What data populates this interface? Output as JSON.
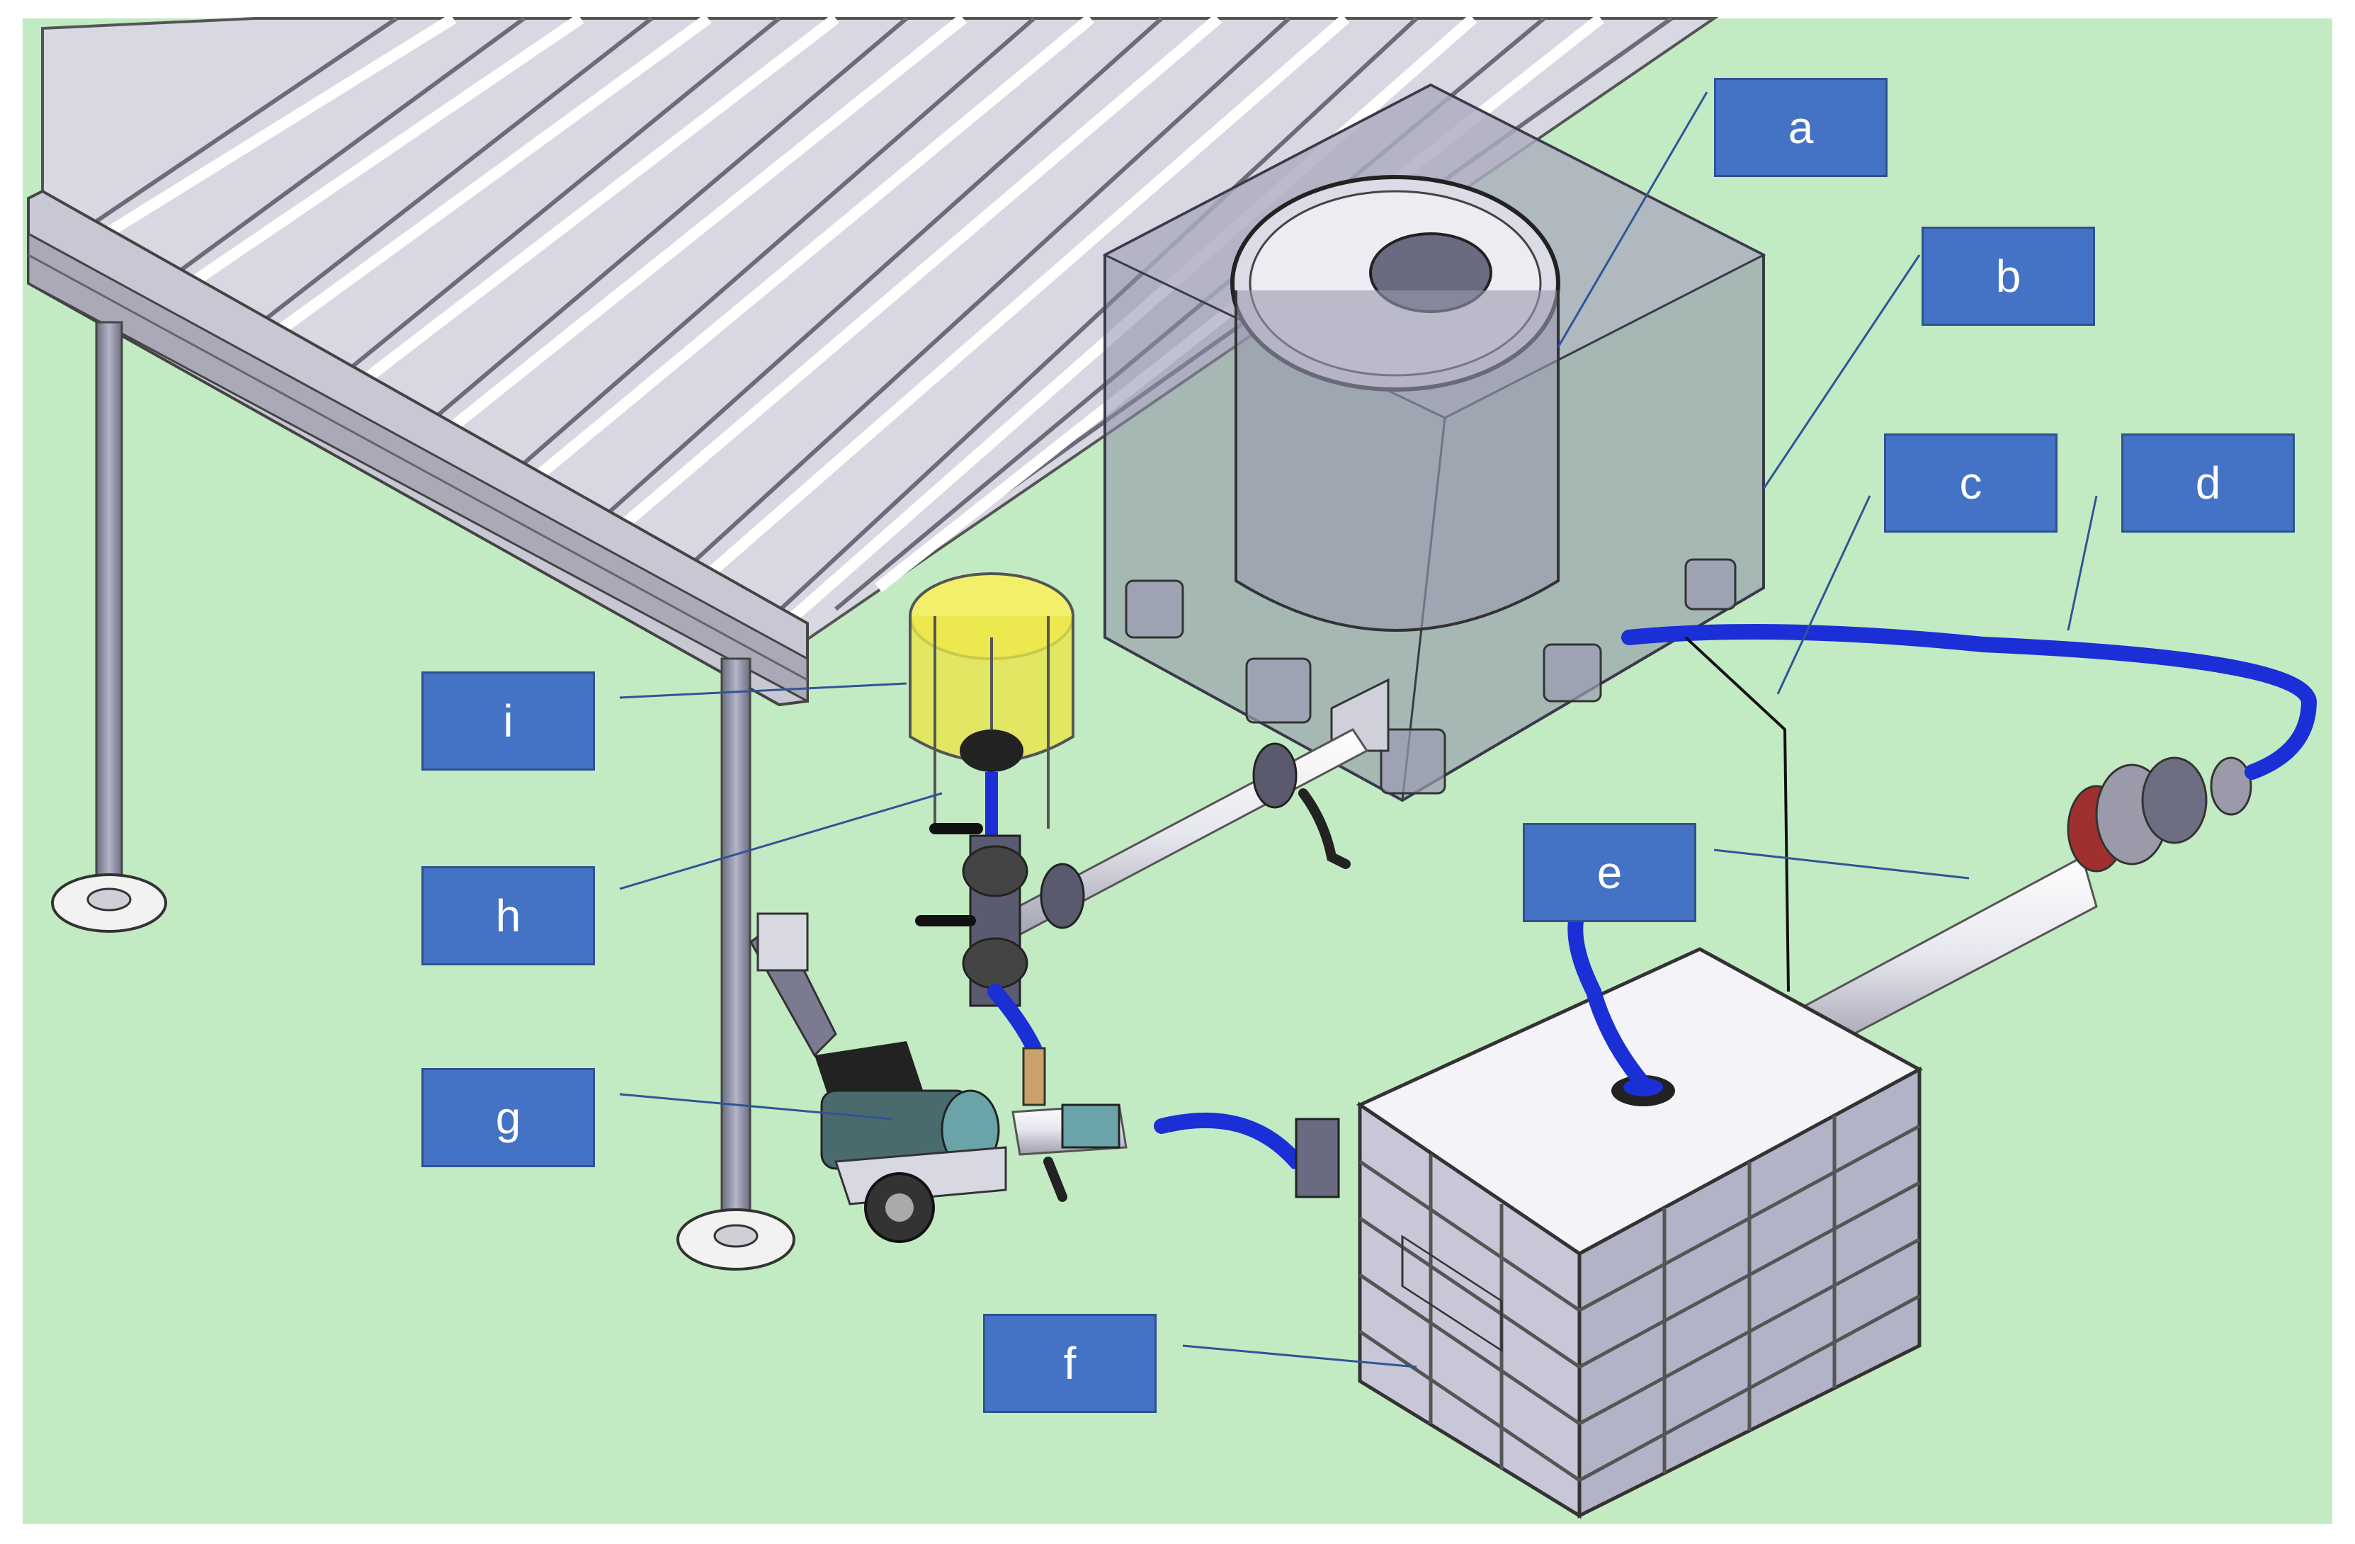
{
  "labels": {
    "a": "a",
    "b": "b",
    "c": "c",
    "d": "d",
    "e": "e",
    "f": "f",
    "g": "g",
    "h": "h",
    "i": "i"
  },
  "colors": {
    "background": "#c3ebc3",
    "label_fill": "#4472c4",
    "label_border": "#2f528f",
    "hose": "#1a2fd6",
    "leader_line": "#2f5597",
    "yellow_tank": "#e8e64a",
    "steel": "#b9b9c6"
  }
}
